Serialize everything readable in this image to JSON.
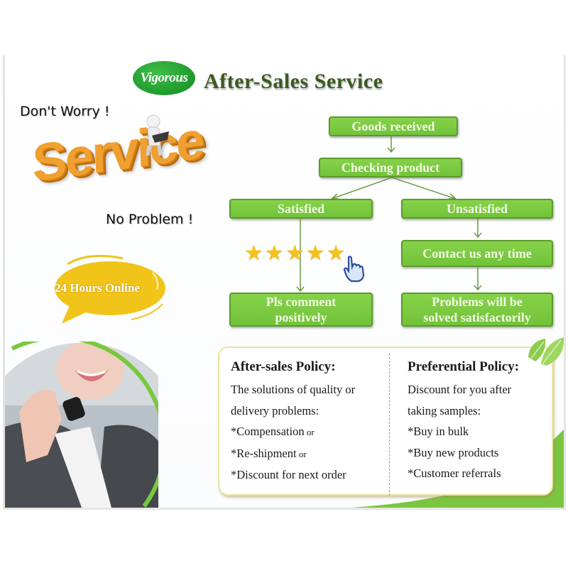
{
  "header": {
    "logo_text": "Vigorous",
    "title": "After-Sales Service"
  },
  "left": {
    "slogan_top": "Don't Worry !",
    "service_word": "Service",
    "slogan_bottom": "No Problem !",
    "bubble_text": "24 Hours Online"
  },
  "flowchart": {
    "step1": "Goods received",
    "step2": "Checking product",
    "branch_left": "Satisfied",
    "branch_right": "Unsatisfied",
    "stars_count": 5,
    "right_mid": "Contact us any time",
    "left_end_line1": "Pls comment",
    "left_end_line2": "positively",
    "right_end_line1": "Problems will be",
    "right_end_line2": "solved satisfactorily"
  },
  "policies": {
    "after_sales": {
      "heading": "After-sales Policy:",
      "line1": "The solutions of quality or",
      "line2": "delivery problems:",
      "item1": "*Compensation",
      "item1_suffix": " or",
      "item2": "*Re-shipment",
      "item2_suffix": " or",
      "item3": "*Discount for next order"
    },
    "preferential": {
      "heading": "Preferential Policy:",
      "line1": "Discount for you after",
      "line2": "taking samples:",
      "item1": "*Buy in bulk",
      "item2": "*Buy new products",
      "item3": "*Customer referrals"
    }
  },
  "colors": {
    "box_green": "#78c83f",
    "title_green": "#3a5a22",
    "logo_green": "#1f9a2d",
    "star_yellow": "#f5c21a",
    "bubble_yellow": "#f0c419",
    "service_orange": "#f0a030"
  }
}
